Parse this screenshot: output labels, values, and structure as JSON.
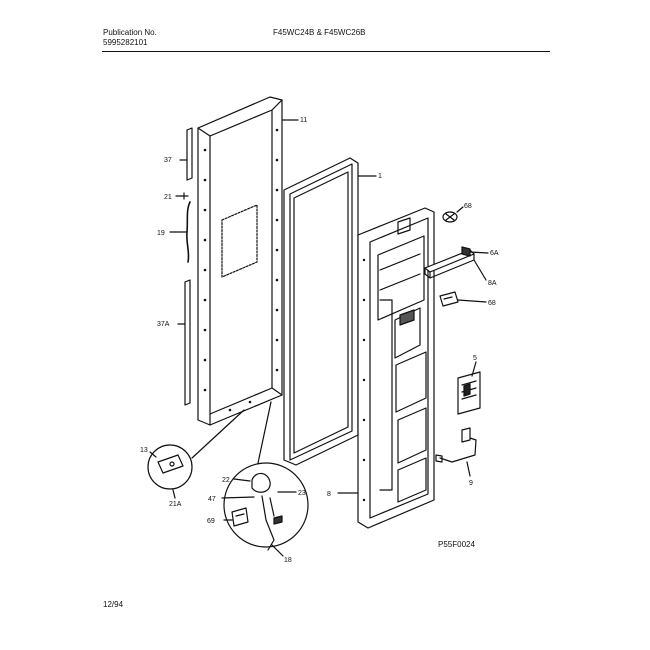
{
  "header": {
    "publication_label": "Publication No.",
    "publication_number": "5995282101",
    "models": "F45WC24B & F45WC26B"
  },
  "footer": {
    "date": "12/94",
    "figure_code": "P55F0024"
  },
  "callouts": {
    "c11": "11",
    "c1": "1",
    "c37": "37",
    "c21": "21",
    "c19": "19",
    "c37a": "37A",
    "c68_top": "68",
    "c6a": "6A",
    "c8a": "8A",
    "c68_mid": "68",
    "c5": "5",
    "c9": "9",
    "c13": "13",
    "c21a": "21A",
    "c22": "22",
    "c47": "47",
    "c23": "23",
    "c69": "69",
    "c18": "18",
    "c8": "8"
  }
}
